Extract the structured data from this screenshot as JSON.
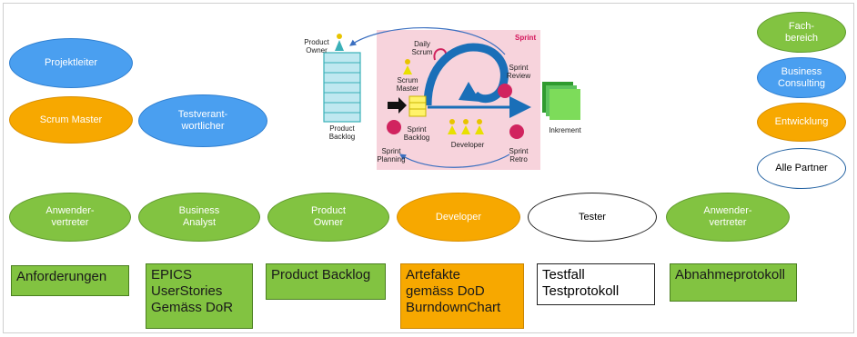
{
  "roles_top": {
    "projektleiter": "Projektleiter",
    "scrum_master": "Scrum Master",
    "testverantwortlicher": "Testverant-\nwortlicher",
    "fachbereich": "Fach-\nbereich",
    "business_consulting": "Business\nConsulting",
    "entwicklung": "Entwicklung",
    "alle_partner": "Alle Partner"
  },
  "roles_row": [
    {
      "label": "Anwender-\nvertreter"
    },
    {
      "label": "Business\nAnalyst"
    },
    {
      "label": "Product\nOwner"
    },
    {
      "label": "Developer"
    },
    {
      "label": "Tester"
    },
    {
      "label": "Anwender-\nvertreter"
    }
  ],
  "artifacts": [
    {
      "label": "Anforderungen"
    },
    {
      "label": "EPICS\nUserStories\nGemäss DoR"
    },
    {
      "label": "Product Backlog"
    },
    {
      "label": "Artefakte\ngemäss DoD\nBurndownChart"
    },
    {
      "label": "Testfall\nTestprotokoll"
    },
    {
      "label": "Abnahmeprotokoll"
    }
  ],
  "sprint_diagram": {
    "sprint": "Sprint",
    "product_owner": "Product\nOwner",
    "product_backlog": "Product\nBacklog",
    "daily_scrum": "Daily\nScrum",
    "scrum_master": "Scrum\nMaster",
    "sprint_review": "Sprint\nReview",
    "sprint_backlog": "Sprint\nBacklog",
    "developer": "Developer",
    "sprint_planning": "Sprint\nPlanning",
    "sprint_retro": "Sprint\nRetro",
    "inkrement": "Inkrement"
  },
  "colors": {
    "blue": "#4a9ff0",
    "orange": "#f7a800",
    "green": "#82c341",
    "sprint_bg": "#f7d3dc",
    "cycle_arrow": "#1a6fb8",
    "event_dot": "#d1245f"
  }
}
